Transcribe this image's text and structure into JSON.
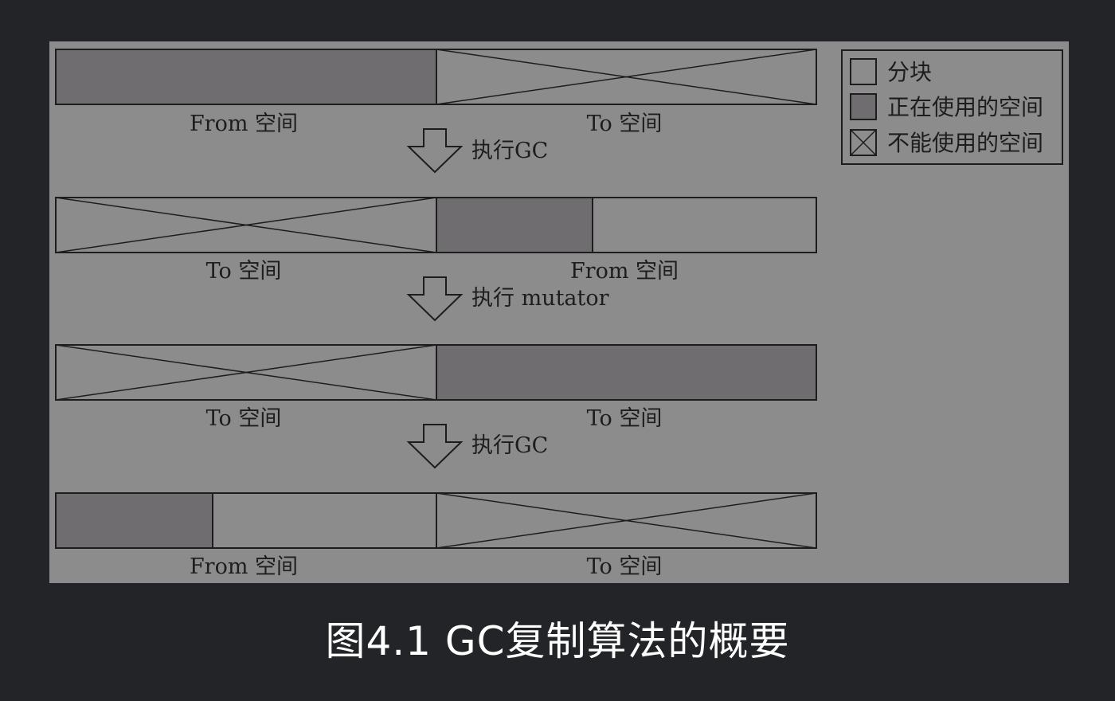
{
  "diagram": {
    "rows": [
      {
        "left": {
          "label": "From 空间",
          "state": "used-full"
        },
        "right": {
          "label": "To 空间",
          "state": "unusable"
        },
        "step": "执行GC"
      },
      {
        "left": {
          "label": "To 空间",
          "state": "unusable"
        },
        "right": {
          "label": "From 空间",
          "state": "used-partial"
        },
        "step": "执行 mutator"
      },
      {
        "left": {
          "label": "To 空间",
          "state": "unusable"
        },
        "right": {
          "label": "To 空间",
          "state": "used-full"
        },
        "step": "执行GC"
      },
      {
        "left": {
          "label": "From 空间",
          "state": "used-partial"
        },
        "right": {
          "label": "To 空间",
          "state": "unusable"
        }
      }
    ],
    "legend": {
      "block": "分块",
      "in_use": "正在使用的空间",
      "unusable": "不能使用的空间"
    },
    "colors": {
      "background": "#8c8c8c",
      "used": "#6f6d70",
      "stroke": "#1d1d1d"
    }
  },
  "caption": "图4.1 GC复制算法的概要"
}
